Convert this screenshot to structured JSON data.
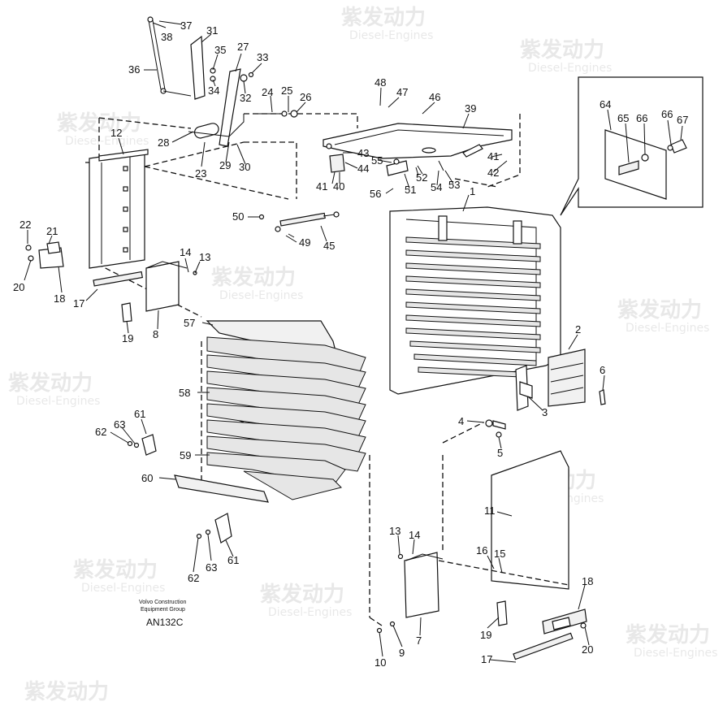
{
  "caption": {
    "line1": "Volvo Construction",
    "line2": "Equipment Group",
    "code": "AN132C"
  },
  "watermark": {
    "text": "紫发动力",
    "sub": "Diesel-Engines"
  },
  "callouts": [
    {
      "id": "37",
      "text": "37"
    },
    {
      "id": "38",
      "text": "38"
    },
    {
      "id": "31",
      "text": "31"
    },
    {
      "id": "36",
      "text": "36"
    },
    {
      "id": "35",
      "text": "35"
    },
    {
      "id": "27",
      "text": "27"
    },
    {
      "id": "33",
      "text": "33"
    },
    {
      "id": "34",
      "text": "34"
    },
    {
      "id": "32",
      "text": "32"
    },
    {
      "id": "24",
      "text": "24"
    },
    {
      "id": "25",
      "text": "25"
    },
    {
      "id": "26",
      "text": "26"
    },
    {
      "id": "48",
      "text": "48"
    },
    {
      "id": "47",
      "text": "47"
    },
    {
      "id": "46",
      "text": "46"
    },
    {
      "id": "39",
      "text": "39"
    },
    {
      "id": "12",
      "text": "12"
    },
    {
      "id": "28",
      "text": "28"
    },
    {
      "id": "23",
      "text": "23"
    },
    {
      "id": "29",
      "text": "29"
    },
    {
      "id": "30",
      "text": "30"
    },
    {
      "id": "43",
      "text": "43"
    },
    {
      "id": "44",
      "text": "44"
    },
    {
      "id": "55",
      "text": "55"
    },
    {
      "id": "41a",
      "text": "41"
    },
    {
      "id": "40",
      "text": "40"
    },
    {
      "id": "52",
      "text": "52"
    },
    {
      "id": "54",
      "text": "54"
    },
    {
      "id": "53",
      "text": "53"
    },
    {
      "id": "41b",
      "text": "41"
    },
    {
      "id": "42",
      "text": "42"
    },
    {
      "id": "56",
      "text": "56"
    },
    {
      "id": "51",
      "text": "51"
    },
    {
      "id": "1",
      "text": "1"
    },
    {
      "id": "50",
      "text": "50"
    },
    {
      "id": "22a",
      "text": "22"
    },
    {
      "id": "21",
      "text": "21"
    },
    {
      "id": "49",
      "text": "49"
    },
    {
      "id": "45",
      "text": "45"
    },
    {
      "id": "20a",
      "text": "20"
    },
    {
      "id": "18a",
      "text": "18"
    },
    {
      "id": "14a",
      "text": "14"
    },
    {
      "id": "13a",
      "text": "13"
    },
    {
      "id": "17a",
      "text": "17"
    },
    {
      "id": "19a",
      "text": "19"
    },
    {
      "id": "8",
      "text": "8"
    },
    {
      "id": "57",
      "text": "57"
    },
    {
      "id": "2",
      "text": "2"
    },
    {
      "id": "6",
      "text": "6"
    },
    {
      "id": "58",
      "text": "58"
    },
    {
      "id": "3",
      "text": "3"
    },
    {
      "id": "4",
      "text": "4"
    },
    {
      "id": "61a",
      "text": "61"
    },
    {
      "id": "62a",
      "text": "62"
    },
    {
      "id": "63a",
      "text": "63"
    },
    {
      "id": "5",
      "text": "5"
    },
    {
      "id": "59",
      "text": "59"
    },
    {
      "id": "60",
      "text": "60"
    },
    {
      "id": "11",
      "text": "11"
    },
    {
      "id": "13b",
      "text": "13"
    },
    {
      "id": "14b",
      "text": "14"
    },
    {
      "id": "16",
      "text": "16"
    },
    {
      "id": "15",
      "text": "15"
    },
    {
      "id": "61b",
      "text": "61"
    },
    {
      "id": "63b",
      "text": "63"
    },
    {
      "id": "62b",
      "text": "62"
    },
    {
      "id": "18b",
      "text": "18"
    },
    {
      "id": "19b",
      "text": "19"
    },
    {
      "id": "7",
      "text": "7"
    },
    {
      "id": "20b",
      "text": "20"
    },
    {
      "id": "9",
      "text": "9"
    },
    {
      "id": "10",
      "text": "10"
    },
    {
      "id": "17b",
      "text": "17"
    },
    {
      "id": "64",
      "text": "64"
    },
    {
      "id": "65",
      "text": "65"
    },
    {
      "id": "66a",
      "text": "66"
    },
    {
      "id": "66b",
      "text": "66"
    },
    {
      "id": "67",
      "text": "67"
    }
  ]
}
